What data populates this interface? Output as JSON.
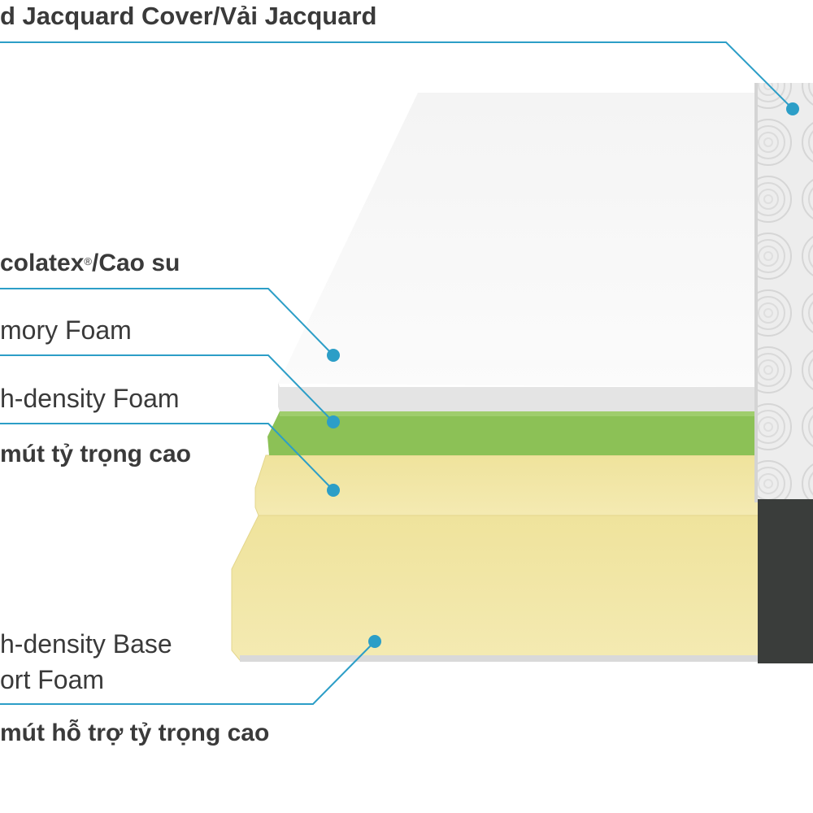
{
  "colors": {
    "callout": "#2c9ec7",
    "text": "#3a3a3a",
    "top_layer": "#f7f7f7",
    "memory_foam": "#e6e6e6",
    "green_foam": "#8cc156",
    "yellow_foam": "#f1e6a6",
    "jacquard": "#eeeeee",
    "side_dark": "#3a3d3b"
  },
  "labels": {
    "cover": "d Jacquard Cover",
    "cover_vi": "/Vải Jacquard",
    "latex": "colatex",
    "latex_mark": "®",
    "latex_vi": "/Cao su",
    "memory": "mory Foam",
    "high_density": "h-density Foam",
    "high_density_vi": " mút tỷ trọng cao",
    "base_line1": "h-density Base",
    "base_line2": "ort Foam",
    "base_vi": " mút hỗ trợ tỷ trọng cao"
  }
}
